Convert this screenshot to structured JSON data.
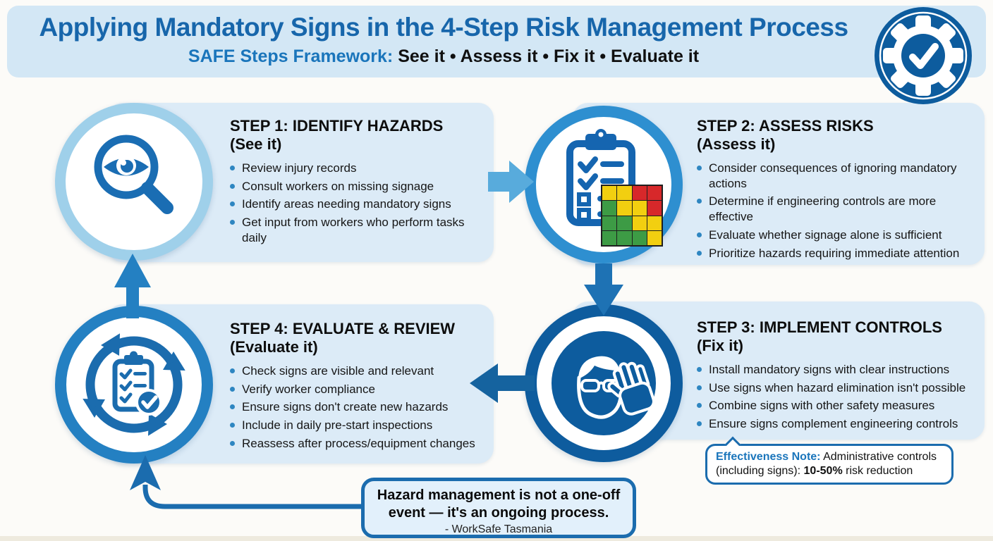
{
  "header": {
    "title": "Applying Mandatory Signs in the 4-Step Risk Management Process",
    "subtitle_label": "SAFE Steps Framework:",
    "subtitle_rest": "See it • Assess it • Fix it • Evaluate it"
  },
  "badge": {
    "icon": "gear-check-icon"
  },
  "steps": [
    {
      "title": "STEP 1: IDENTIFY HAZARDS",
      "subtitle": "(See it)",
      "icon": "magnifier-eye-icon",
      "bullets": [
        "Review injury records",
        "Consult workers on missing signage",
        "Identify areas needing mandatory signs",
        "Get input from workers who perform tasks daily"
      ]
    },
    {
      "title": "STEP 2: ASSESS RISKS",
      "subtitle": "(Assess it)",
      "icon": "clipboard-risk-matrix-icon",
      "bullets": [
        "Consider consequences of ignoring mandatory actions",
        "Determine if engineering controls are more effective",
        "Evaluate whether signage alone is sufficient",
        "Prioritize hazards requiring immediate attention"
      ]
    },
    {
      "title": "STEP 3: IMPLEMENT CONTROLS",
      "subtitle": "(Fix it)",
      "icon": "ppe-mandatory-sign-icon",
      "bullets": [
        "Install mandatory signs with clear instructions",
        "Use signs when hazard elimination isn't possible",
        "Combine signs with other safety measures",
        "Ensure signs complement engineering controls"
      ]
    },
    {
      "title": "STEP 4: EVALUATE & REVIEW",
      "subtitle": "(Evaluate it)",
      "icon": "cycle-clipboard-icon",
      "bullets": [
        "Check signs are visible and relevant",
        "Verify worker compliance",
        "Ensure signs don't create new hazards",
        "Include in daily pre-start inspections",
        "Reassess after process/equipment changes"
      ]
    }
  ],
  "note": {
    "label": "Effectiveness Note:",
    "text_before": "Administrative controls (including signs):",
    "highlight": "10-50%",
    "text_after": "risk reduction"
  },
  "quote": {
    "text": "Hazard management is not a one-off event — it's an ongoing process.",
    "attribution": "- WorkSafe Tasmania"
  },
  "risk_matrix": {
    "rows": [
      [
        "yellow",
        "yellow",
        "red",
        "red"
      ],
      [
        "green",
        "yellow",
        "yellow",
        "red"
      ],
      [
        "green",
        "green",
        "yellow",
        "yellow"
      ],
      [
        "green",
        "green",
        "green",
        "yellow"
      ]
    ]
  },
  "colors": {
    "header_bg": "#d3e7f5",
    "panel_bg": "#dcebf7",
    "title_blue": "#1766ab",
    "accent_blue": "#1b6cae",
    "dark_blue": "#0d5c9e",
    "ring_light": "#9fd0ea",
    "ring_mid": "#2e8fd0",
    "arrow_light": "#58abdc",
    "bullet_blue": "#2e86c1",
    "red": "#d7282a",
    "yellow": "#f2cf10",
    "green": "#3d9b45"
  }
}
